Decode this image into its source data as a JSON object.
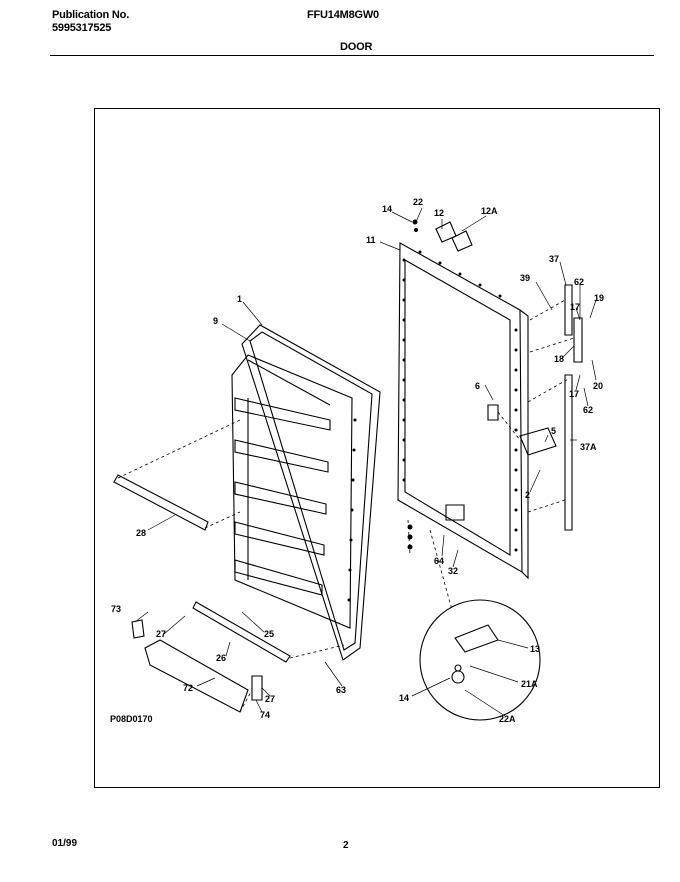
{
  "header": {
    "pub_label": "Publication No.",
    "pub_number": "5995317525",
    "model": "FFU14M8GW0",
    "section": "DOOR"
  },
  "figure": {
    "drawing_id": "P08D0170",
    "callouts": {
      "c1": "1",
      "c9": "9",
      "c28": "28",
      "c73": "73",
      "c27a": "27",
      "c25": "25",
      "c26": "26",
      "c72": "72",
      "c27b": "27",
      "c74": "74",
      "c63": "63",
      "c14": "14",
      "c22": "22",
      "c12": "12",
      "c12A": "12A",
      "c11": "11",
      "c37": "37",
      "c39": "39",
      "c62a": "62",
      "c19": "19",
      "c17a": "17",
      "c18": "18",
      "c20": "20",
      "c17b": "17",
      "c62b": "62",
      "c6": "6",
      "c5": "5",
      "c37A": "37A",
      "c2": "2",
      "c64": "64",
      "c32": "32",
      "c13": "13",
      "c14b": "14",
      "c21A": "21A",
      "c22A": "22A"
    }
  },
  "footer": {
    "date": "01/99",
    "page": "2"
  }
}
